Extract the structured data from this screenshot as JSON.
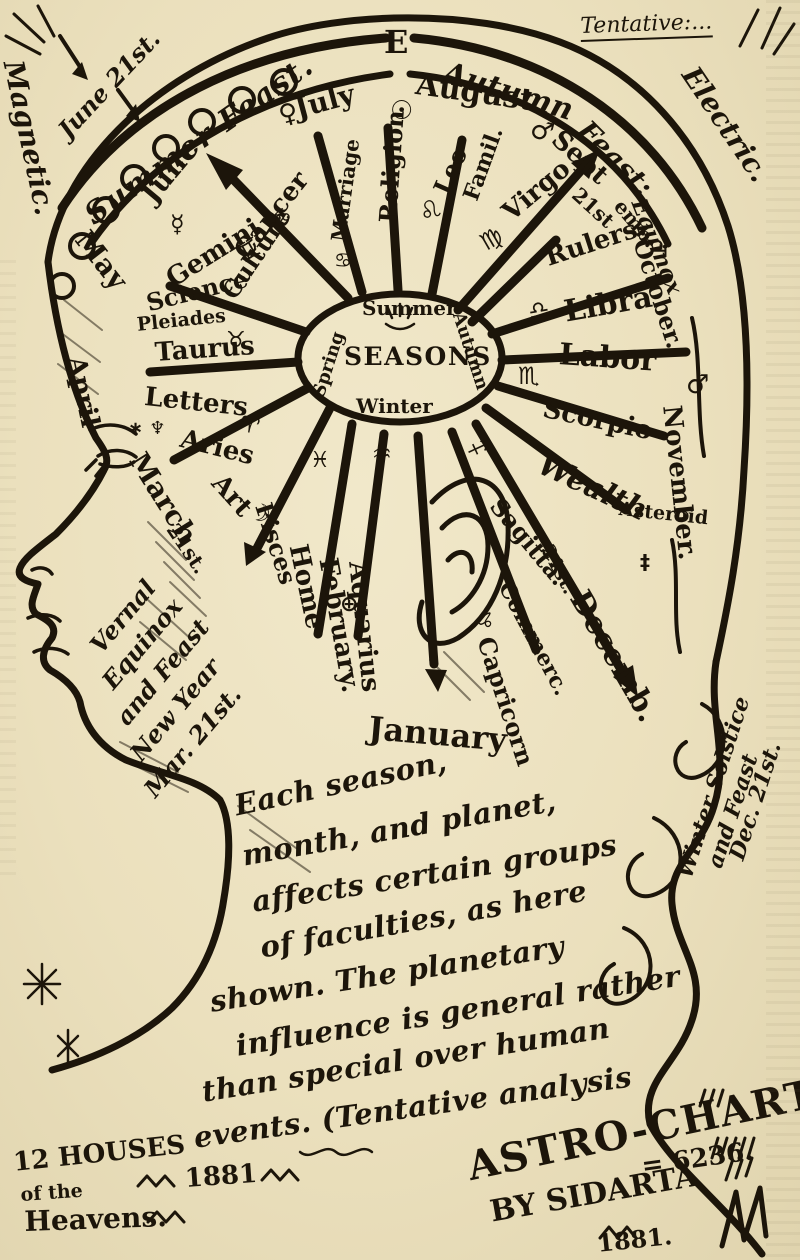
{
  "edges": {
    "tentative": "Tentative:...",
    "magnetic": "Magnetic.",
    "electric": "Electric."
  },
  "band": {
    "june21": "June 21st.",
    "summer_feast": "Summer Feast.",
    "e": "E",
    "autumn": "Autumn",
    "feast": "Feast:",
    "equinox": "Equinox"
  },
  "months": {
    "june": "June",
    "july": "July",
    "august": "August",
    "sept": "Sept",
    "sept_day": "21st",
    "sept_rest": "emb.",
    "october": "October.",
    "november": "November.",
    "decemb": "Decemb.",
    "dec_day": "21st.",
    "january": "January",
    "february": "February.",
    "march": "March",
    "march_day": "21st.",
    "april": "April",
    "may": "May"
  },
  "center": {
    "seasons": "SEASONS",
    "summer": "Summer",
    "spring": "Spring",
    "winter": "Winter",
    "autumn": "Autumn"
  },
  "faculties": {
    "culture": "Culture",
    "science": "Science",
    "pleiades": "Pleiades",
    "letters": "Letters",
    "art": "Art",
    "home": "Home",
    "marriage": "Marriage",
    "religion": "Religion",
    "famil": "Famil.",
    "rulers": "Rulers.",
    "labor": "Labor",
    "wealth": "Wealth",
    "commerc": "Commerc.",
    "asteroid": "Asteroid"
  },
  "signs": {
    "cancer": "Cancer",
    "leo": "Leo",
    "virgo": "Virgo",
    "libra": "Libra",
    "scorpio": "Scorpio",
    "sagitta": "Sagitta.",
    "capricorn": "Capricorn",
    "aquarius": "Aquarius",
    "pisces": "Pisces",
    "aries": "Aries",
    "taurus": "Taurus",
    "gemini": "Gemini"
  },
  "glyphs": {
    "mercury": "☿",
    "venus": "♀",
    "sun": "☉",
    "mars": "♂",
    "jupiter": "♃",
    "earth": "⊕",
    "moon": "☽",
    "letters_marks": "∗ ♆",
    "asteroid_mark": "‡",
    "cancer": "♋",
    "leo": "♌",
    "virgo": "♍",
    "libra": "♎",
    "scorpio": "♏",
    "sagittarius": "♐",
    "capricorn": "♑",
    "aquarius": "♒",
    "pisces": "♓",
    "aries": "♈",
    "taurus": "♉",
    "gemini": "♊"
  },
  "side_notes": {
    "vernal": [
      "Vernal",
      "Equinox",
      "and Feast",
      "New Year",
      "Mar. 21st."
    ],
    "winter": [
      "Winter Solstice",
      "and Feast",
      "Dec. 21st."
    ]
  },
  "paragraph": [
    "Each season,",
    "month, and planet,",
    "affects certain groups",
    "of faculties, as here",
    "shown. The planetary",
    "influence is general rather",
    "than special over human",
    "events. (Tentative analysis"
  ],
  "footer": {
    "houses": "12 HOUSES",
    "of_the": "of the",
    "heavens": "Heavens.",
    "year": "1881",
    "astro": "ASTRO-CHART.",
    "by": "BY SIDARTA",
    "num": "= 6236.",
    "year2": "1881."
  }
}
